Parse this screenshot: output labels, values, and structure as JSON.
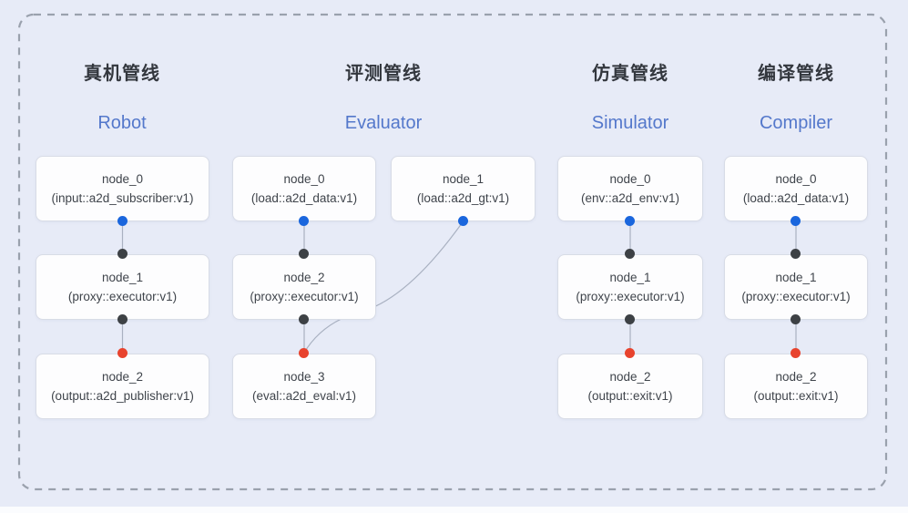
{
  "figure": {
    "type": "pipeline-node-graph",
    "background": "#e7ebf7"
  },
  "colors": {
    "port_output_blue": "#1a66dd",
    "port_input_dark": "#3d4145",
    "port_input_red": "#e8432e",
    "edge_line": "#a9b1c1",
    "dashed_frame": "#9aa1ad",
    "node_fill": "#fdfdfe",
    "node_border": "#d8dce6",
    "title_cn_color": "#33373e",
    "title_en_color": "#5478cb"
  },
  "pipelines": [
    {
      "key": "robot",
      "title_cn": "真机管线",
      "title_en": "Robot",
      "nodes": [
        {
          "name": "node_0",
          "detail": "(input::a2d_subscriber:v1)"
        },
        {
          "name": "node_1",
          "detail": "(proxy::executor:v1)"
        },
        {
          "name": "node_2",
          "detail": "(output::a2d_publisher:v1)"
        }
      ],
      "connections": [
        [
          "node_0",
          "node_1"
        ],
        [
          "node_1",
          "node_2"
        ]
      ]
    },
    {
      "key": "evaluator",
      "title_cn": "评测管线",
      "title_en": "Evaluator",
      "nodes": [
        {
          "name": "node_0",
          "detail": "(load::a2d_data:v1)"
        },
        {
          "name": "node_1",
          "detail": "(load::a2d_gt:v1)"
        },
        {
          "name": "node_2",
          "detail": "(proxy::executor:v1)"
        },
        {
          "name": "node_3",
          "detail": "(eval::a2d_eval:v1)"
        }
      ],
      "connections": [
        [
          "node_0",
          "node_2"
        ],
        [
          "node_2",
          "node_3"
        ],
        [
          "node_1",
          "node_3"
        ]
      ]
    },
    {
      "key": "simulator",
      "title_cn": "仿真管线",
      "title_en": "Simulator",
      "nodes": [
        {
          "name": "node_0",
          "detail": "(env::a2d_env:v1)"
        },
        {
          "name": "node_1",
          "detail": "(proxy::executor:v1)"
        },
        {
          "name": "node_2",
          "detail": "(output::exit:v1)"
        }
      ],
      "connections": [
        [
          "node_0",
          "node_1"
        ],
        [
          "node_1",
          "node_2"
        ]
      ]
    },
    {
      "key": "compiler",
      "title_cn": "编译管线",
      "title_en": "Compiler",
      "nodes": [
        {
          "name": "node_0",
          "detail": "(load::a2d_data:v1)"
        },
        {
          "name": "node_1",
          "detail": "(proxy::executor:v1)"
        },
        {
          "name": "node_2",
          "detail": "(output::exit:v1)"
        }
      ],
      "connections": [
        [
          "node_0",
          "node_1"
        ],
        [
          "node_1",
          "node_2"
        ]
      ]
    }
  ]
}
